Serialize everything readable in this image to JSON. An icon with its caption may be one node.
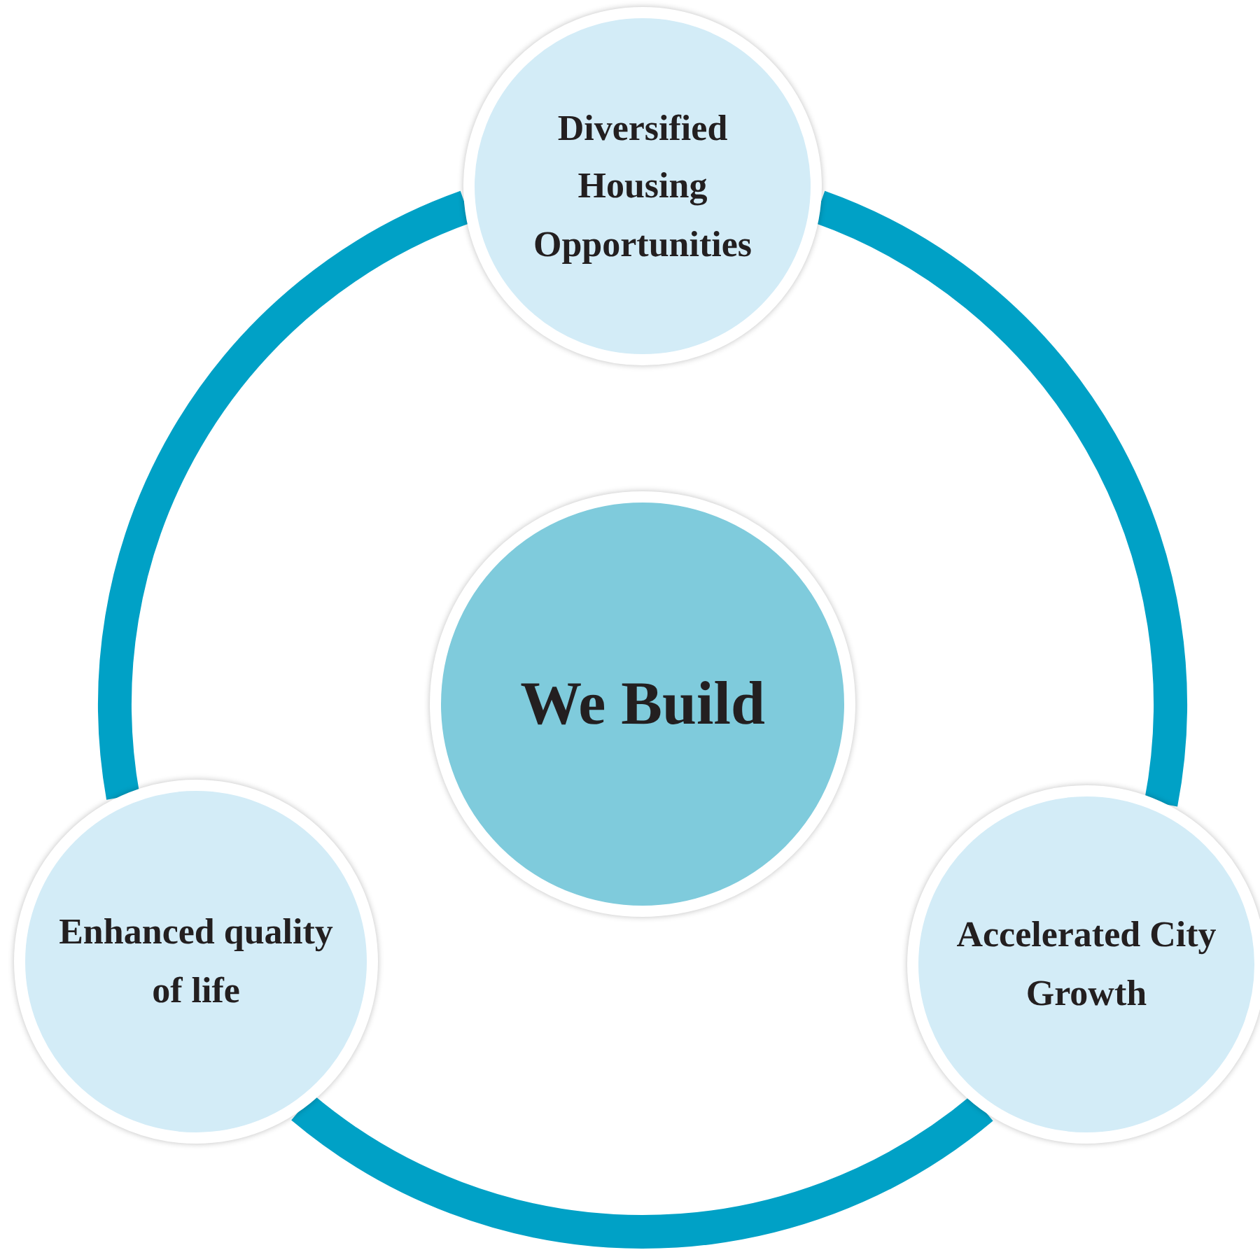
{
  "diagram": {
    "nodes": [
      {
        "text": [
          "Diversified Housing Opportunities"
        ]
      },
      {
        "text": [
          "We Build"
        ]
      },
      {
        "text": [
          "Enhanced quality of life"
        ]
      },
      {
        "text": [
          "Accelerated City Growth"
        ]
      }
    ],
    "edges": [
      {
        "from": 0,
        "to": 3,
        "arrow": "none"
      },
      {
        "from": 3,
        "to": 2,
        "arrow": "none"
      },
      {
        "from": 2,
        "to": 0,
        "arrow": "none"
      }
    ]
  }
}
